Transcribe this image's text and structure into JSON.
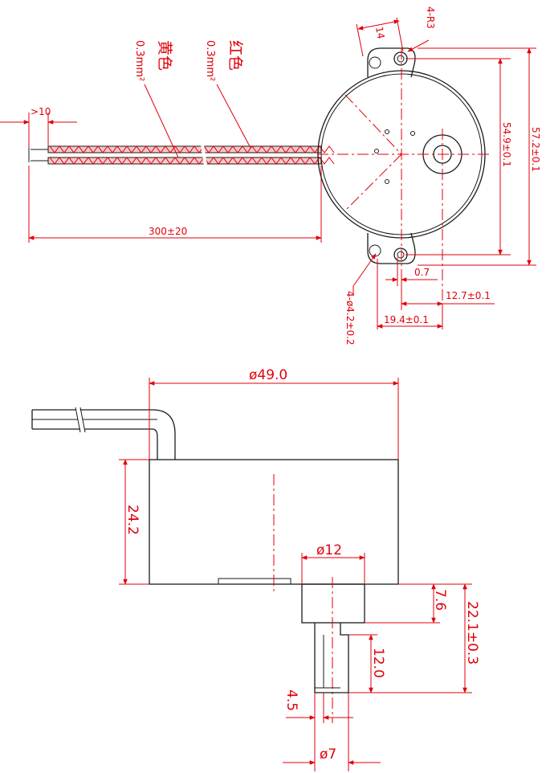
{
  "top_view": {
    "wire_yellow": {
      "label": "黄色",
      "spec": "0.3mm²"
    },
    "wire_red": {
      "label": "红色",
      "spec": "0.3mm²"
    },
    "dim_strip": ">10",
    "dim_wire_length": "300±20",
    "dim_tab_width": "14",
    "dim_tab_radius": "4-R3",
    "dim_hole_span": "54.9±0.1",
    "dim_overall_height": "57.2±0.1",
    "dim_offset": "0.7",
    "dim_shaft_offset": "12.7±0.1",
    "dim_hole_offset": "19.4±0.1",
    "dim_holes": "4-ø4.2±0.2"
  },
  "side_view": {
    "dim_body_diameter": "ø49.0",
    "dim_body_height": "24.2",
    "dim_boss_diameter": "ø12",
    "dim_boss_height": "7.6",
    "dim_shaft_total": "22.1±0.3",
    "dim_shaft_length": "12.0",
    "dim_flat": "4.5",
    "dim_shaft_diameter": "ø7"
  },
  "colors": {
    "dimension": "#e0000a",
    "outline": "#1a1a1a",
    "wire_fill": "#f6c9c9"
  }
}
